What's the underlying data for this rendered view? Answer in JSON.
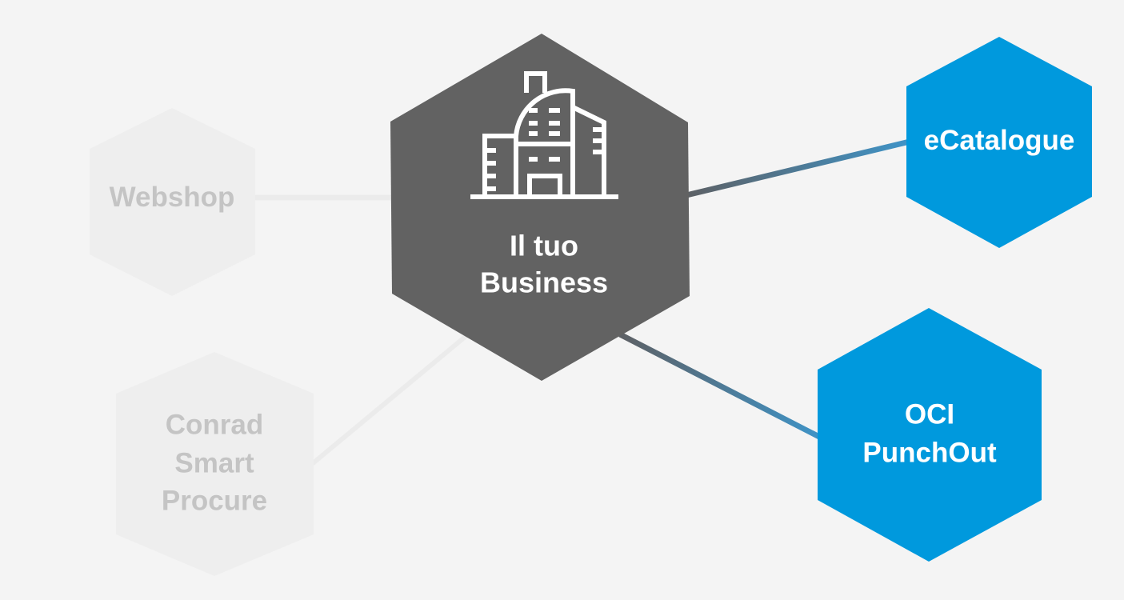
{
  "colors": {
    "background": "#f4f4f4",
    "center": "#626262",
    "active": "#0099dd",
    "inactive": "#eeeeee",
    "inactive_text": "#c4c4c4"
  },
  "center": {
    "icon": "building-icon",
    "line1": "Il tuo",
    "line2": "Business"
  },
  "nodes": {
    "webshop": {
      "label": "Webshop",
      "state": "inactive"
    },
    "smart_procure": {
      "line1": "Conrad",
      "line2": "Smart",
      "line3": "Procure",
      "state": "inactive"
    },
    "ecatalogue": {
      "label": "eCatalogue",
      "state": "active"
    },
    "oci": {
      "line1": "OCI",
      "line2": "PunchOut",
      "state": "active"
    }
  }
}
